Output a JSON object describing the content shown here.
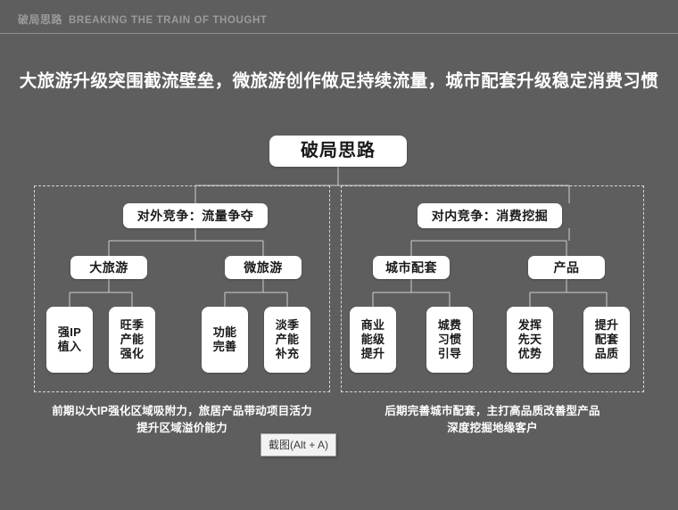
{
  "header": {
    "title_cn": "破局思路",
    "title_en": "BREAKING THE TRAIN OF THOUGHT"
  },
  "main_title": "大旅游升级突围截流壁垒，微旅游创作做足持续流量，城市配套升级稳定消费习惯",
  "diagram": {
    "root": "破局思路",
    "level2": {
      "left": "对外竞争：流量争夺",
      "right": "对内竞争：消费挖掘"
    },
    "level3": {
      "p1": "大旅游",
      "p2": "微旅游",
      "p3": "城市配套",
      "p4": "产品"
    },
    "leaves": {
      "n1_line1": "强IP",
      "n1_line2": "植入",
      "n2_line1": "旺季",
      "n2_line2": "产能",
      "n2_line3": "强化",
      "n3_line1": "功能",
      "n3_line2": "完善",
      "n4_line1": "淡季",
      "n4_line2": "产能",
      "n4_line3": "补充",
      "n5_line1": "商业",
      "n5_line2": "能级",
      "n5_line3": "提升",
      "n6_line1": "城费",
      "n6_line2": "习惯",
      "n6_line3": "引导",
      "n7_line1": "发挥",
      "n7_line2": "先天",
      "n7_line3": "优势",
      "n8_line1": "提升",
      "n8_line2": "配套",
      "n8_line3": "品质"
    }
  },
  "captions": {
    "left_line1": "前期以大IP强化区域吸附力，旅居产品带动项目活力",
    "left_line2": "提升区域溢价能力",
    "right_line1": "后期完善城市配套，主打高品质改善型产品",
    "right_line2": "深度挖掘地缘客户"
  },
  "tooltip": {
    "label": "截图(Alt + A)"
  },
  "colors": {
    "background": "#5e5e5e",
    "node_fill": "#ffffff",
    "node_text": "#1a1a1a",
    "header_text": "#9b9b9b",
    "title_text": "#ffffff",
    "connector": "#cfcfcf",
    "dashed_frame": "#d8d8d8"
  }
}
